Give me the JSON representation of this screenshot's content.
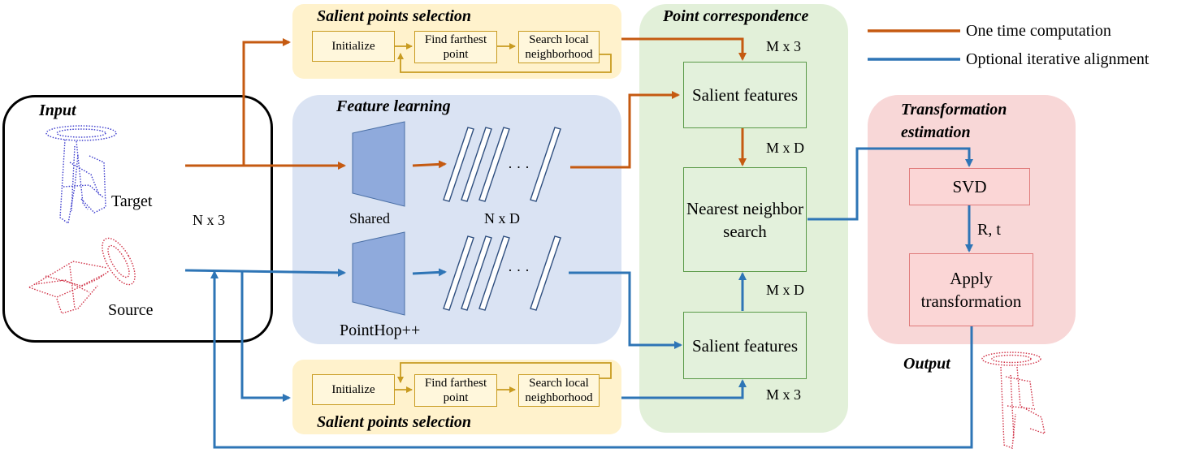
{
  "legend": {
    "one_time": "One time computation",
    "iterative": "Optional iterative alignment"
  },
  "input": {
    "title": "Input",
    "target_label": "Target",
    "source_label": "Source",
    "dim_label": "N x 3"
  },
  "salient_top": {
    "title": "Salient points selection",
    "initialize": "Initialize",
    "find_farthest": "Find farthest point",
    "search_local": "Search local neighborhood"
  },
  "salient_bottom": {
    "title": "Salient points selection",
    "initialize": "Initialize",
    "find_farthest": "Find farthest point",
    "search_local": "Search local neighborhood"
  },
  "feature_learning": {
    "title": "Feature learning",
    "shared_label": "Shared",
    "dim_label": "N x D",
    "network_label": "PointHop++",
    "ellipsis_top": "· · ·",
    "ellipsis_bottom": "· · ·"
  },
  "point_correspondence": {
    "title": "Point correspondence",
    "salient_features_top": "Salient features",
    "nearest_neighbor": "Nearest neighbor search",
    "salient_features_bottom": "Salient features",
    "dim_m3_top": "M x 3",
    "dim_md_top": "M x D",
    "dim_md_bottom": "M x D",
    "dim_m3_bottom": "M x 3"
  },
  "transformation": {
    "title": "Transformation estimation",
    "svd": "SVD",
    "rt_label": "R, t",
    "apply": "Apply transformation"
  },
  "output": {
    "title": "Output"
  },
  "colors": {
    "orange": "#c55a11",
    "blue": "#2e75b6",
    "gold": "#c89b20",
    "yellow_panel": "#fff2cc",
    "blue_panel": "#dae3f3",
    "green_panel": "#e2f0d9",
    "red_panel": "#f8d7d7",
    "trapezoid": "#8faadc",
    "target_cloud": "#3a3acc",
    "source_cloud": "#d03045"
  }
}
